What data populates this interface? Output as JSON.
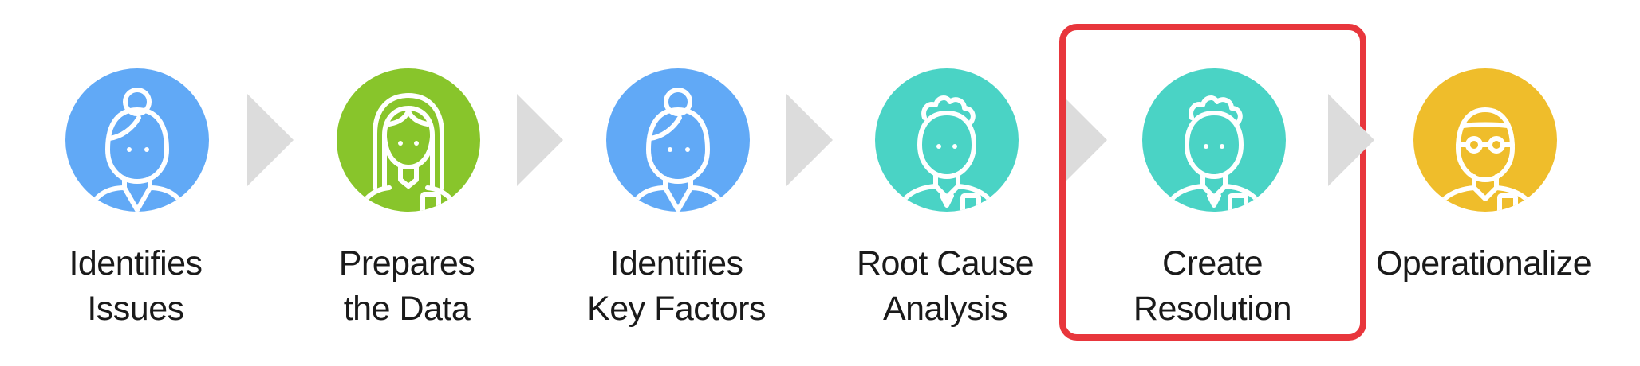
{
  "colors": {
    "blue": "#61a9f6",
    "green": "#88c52b",
    "teal": "#4ad3c5",
    "yellow": "#efbd2b",
    "arrow": "#dcdcdc",
    "highlight": "#e8363c"
  },
  "steps": [
    {
      "icon": "woman-bun-avatar-icon",
      "color": "blue",
      "line1": "Identifies",
      "line2": "Issues"
    },
    {
      "icon": "woman-long-hair-avatar-icon",
      "color": "green",
      "line1": "Prepares",
      "line2": "the Data"
    },
    {
      "icon": "woman-bun-avatar-icon",
      "color": "blue",
      "line1": "Identifies",
      "line2": "Key Factors"
    },
    {
      "icon": "curly-hair-avatar-icon",
      "color": "teal",
      "line1": "Root Cause",
      "line2": "Analysis"
    },
    {
      "icon": "curly-hair-avatar-icon",
      "color": "teal",
      "line1": "Create",
      "line2": "Resolution",
      "highlighted": true
    },
    {
      "icon": "glasses-avatar-icon",
      "color": "yellow",
      "line1": "Operationalize",
      "line2": ""
    }
  ]
}
